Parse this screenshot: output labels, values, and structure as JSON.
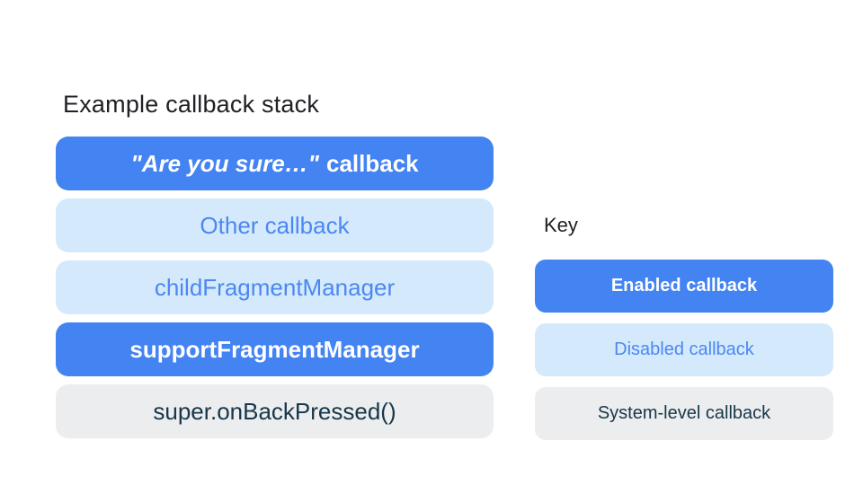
{
  "page": {
    "background": "#ffffff"
  },
  "colors": {
    "enabled_fill": "#4383F2",
    "enabled_text": "#ffffff",
    "disabled_fill": "#D4EAFC",
    "disabled_text": "#4C87F1",
    "system_fill": "#ECEDEE",
    "system_text": "#17374A",
    "heading_text": "#202124"
  },
  "stack": {
    "title": "Example callback stack",
    "boxes": [
      {
        "id": "are-you-sure-callback",
        "type": "enabled",
        "label_italic": "\"Are you sure…\"",
        "label_rest": "callback",
        "label_full": "\"Are you sure…\" callback"
      },
      {
        "id": "other-callback",
        "type": "disabled",
        "label": "Other callback"
      },
      {
        "id": "child-fragment-manager",
        "type": "disabled",
        "label": "childFragmentManager"
      },
      {
        "id": "support-fragment-manager",
        "type": "enabled",
        "label": "supportFragmentManager"
      },
      {
        "id": "super-on-back-pressed",
        "type": "system",
        "label": "super.onBackPressed()"
      }
    ]
  },
  "key": {
    "title": "Key",
    "items": [
      {
        "id": "enabled-callback",
        "type": "enabled",
        "label": "Enabled callback"
      },
      {
        "id": "disabled-callback",
        "type": "disabled",
        "label": "Disabled callback"
      },
      {
        "id": "system-level-callback",
        "type": "system",
        "label": "System-level callback"
      }
    ]
  }
}
